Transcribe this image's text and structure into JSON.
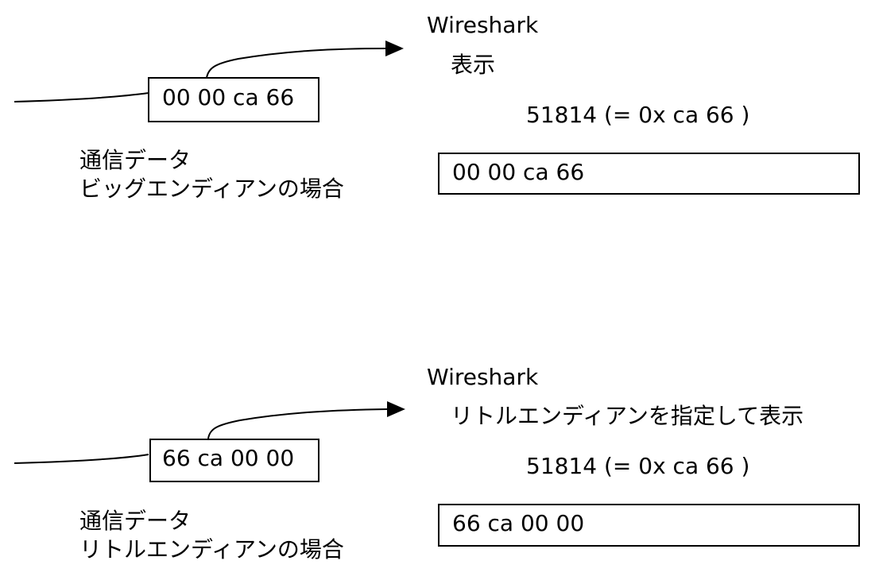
{
  "panels": [
    {
      "id": "big-endian",
      "data_box": "00 00 ca 66",
      "caption_line1": "通信データ",
      "caption_line2": "ビッグエンディアンの場合",
      "app_name": "Wireshark",
      "view_mode": "表示",
      "decoded_value": "51814 (= 0x ca 66 )",
      "display_box": "00 00 ca 66"
    },
    {
      "id": "little-endian",
      "data_box": "66 ca 00 00",
      "caption_line1": "通信データ",
      "caption_line2": "リトルエンディアンの場合",
      "app_name": "Wireshark",
      "view_mode": "リトルエンディアンを指定して表示",
      "decoded_value": "51814 (= 0x ca 66 )",
      "display_box": "66 ca 00 00"
    }
  ],
  "colors": {
    "stroke": "#000000",
    "background": "#ffffff"
  }
}
